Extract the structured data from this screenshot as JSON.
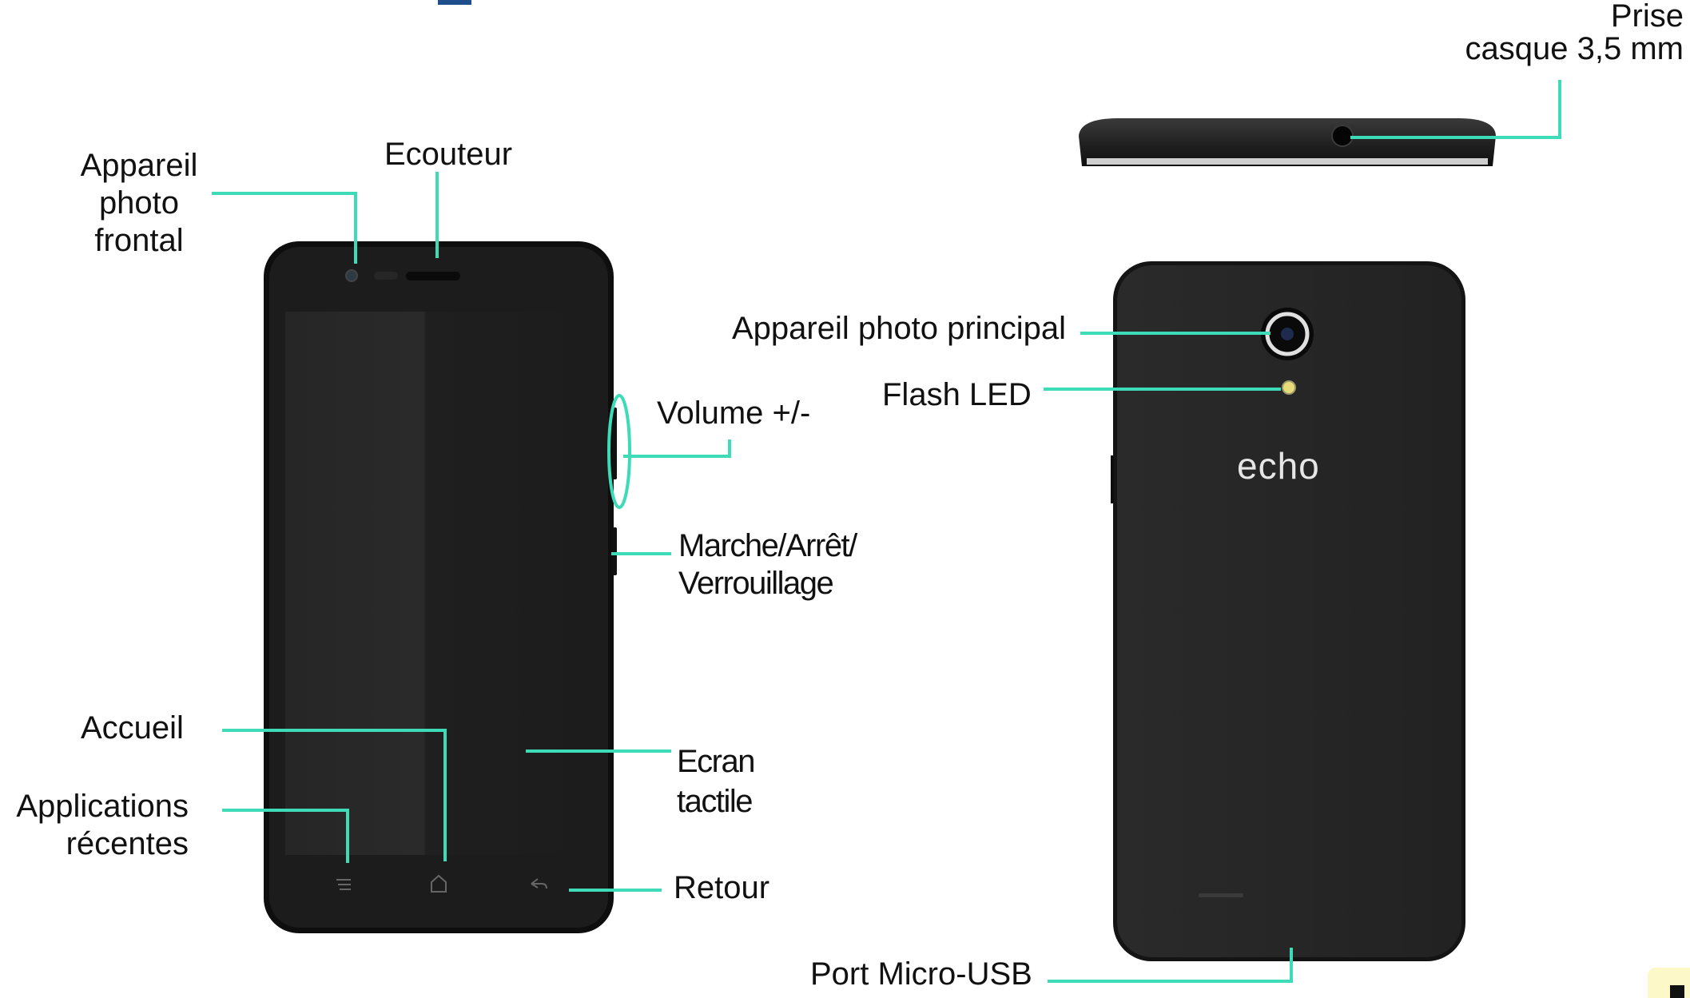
{
  "colors": {
    "callout": "#3ddbb7",
    "phone_body": "#1b1b1b",
    "screen": "#202020",
    "text": "#111111"
  },
  "brand": "echo",
  "labels": {
    "front_camera": "Appareil\nphoto\nfrontal",
    "earpiece": "Ecouteur",
    "volume": "Volume +/-",
    "power": "Marche/Arrêt/\nVerrouillage",
    "home": "Accueil",
    "recent_apps": "Applications\nrécentes",
    "touchscreen": "Ecran\ntactile",
    "back": "Retour",
    "headphone_jack": "Prise\ncasque 3,5 mm",
    "main_camera": "Appareil photo principal",
    "flash": "Flash LED",
    "usb_port": "Port Micro-USB"
  },
  "icons": {
    "recent_apps": "menu-lines-icon",
    "home": "home-icon",
    "back": "back-arrow-icon"
  }
}
